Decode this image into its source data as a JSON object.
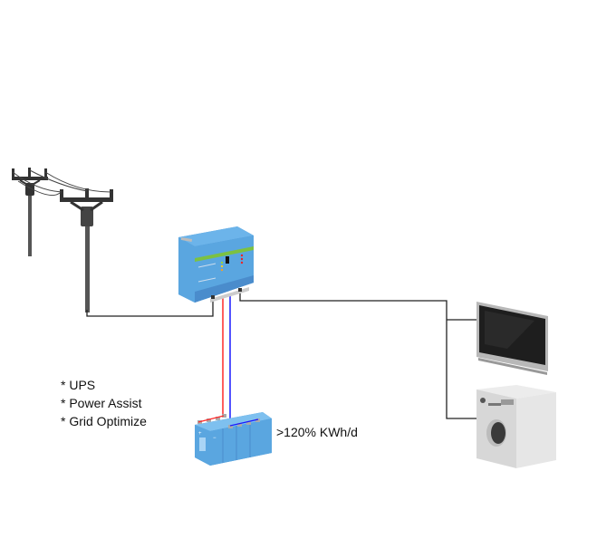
{
  "diagram": {
    "title": "Grid-connected inverter/charger system",
    "features": [
      "* UPS",
      "* Power Assist",
      "* Grid Optimize"
    ],
    "battery_capacity_label": ">120% KWh/d",
    "components": {
      "grid": "utility-power-poles",
      "inverter": "inverter-charger",
      "battery": "battery-bank",
      "loads": [
        "television",
        "washing-machine"
      ]
    },
    "colors": {
      "inverter_body": "#5aa6e0",
      "inverter_stripe": "#7cc142",
      "wire_ac": "#222222",
      "wire_dc_positive": "#ff2a2a",
      "wire_dc_negative": "#1a1aff",
      "battery_body": "#5aa6e0"
    }
  }
}
